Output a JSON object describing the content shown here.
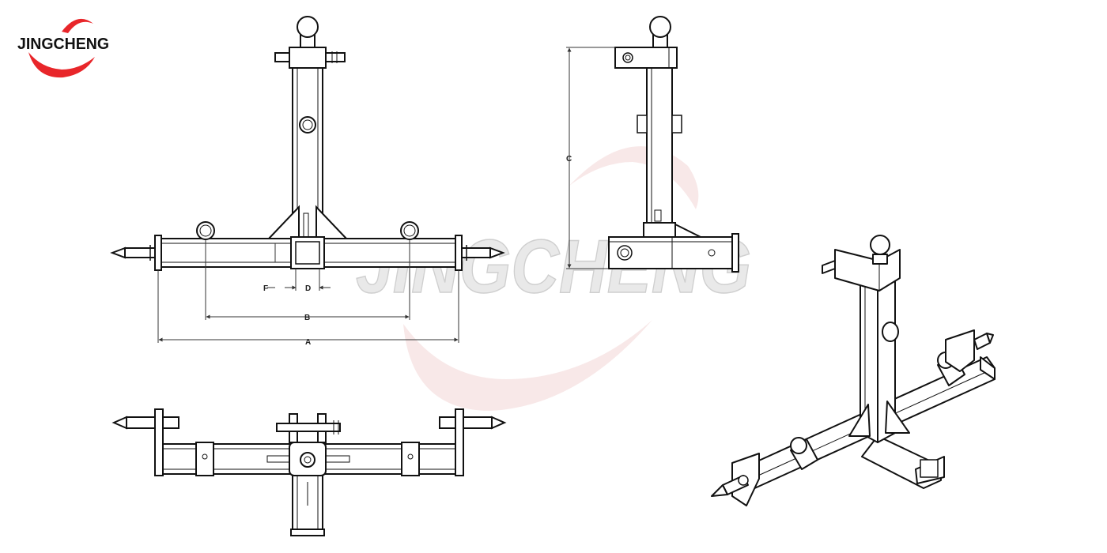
{
  "brand": {
    "name": "JINGCHENG",
    "watermark": "JINGCHENG",
    "colors": {
      "red": "#e8262a",
      "black": "#111111",
      "watermark": "#e6e6e6"
    }
  },
  "dimension_labels": {
    "a": "A",
    "b": "B",
    "c": "C",
    "d": "D",
    "f": "F"
  },
  "views": [
    "front",
    "side",
    "top",
    "isometric"
  ]
}
